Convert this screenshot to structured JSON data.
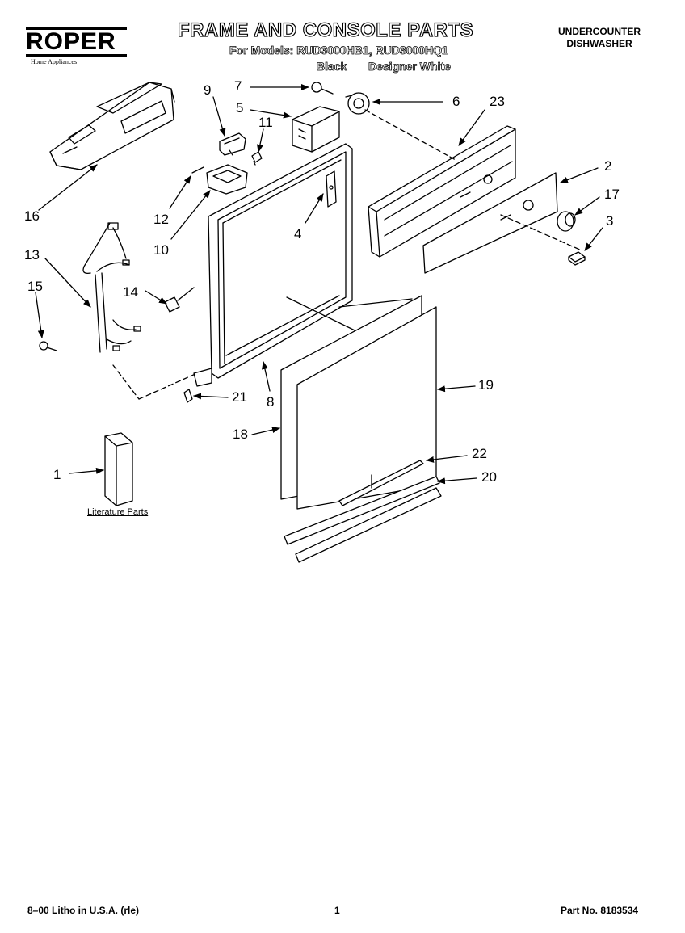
{
  "header": {
    "brand": "ROPER",
    "brand_sub": "Home Appliances",
    "title": "FRAME AND CONSOLE PARTS",
    "models_line": "For Models: RUD3000HB1, RUD3000HQ1",
    "color_black": "Black",
    "color_white": "Designer White",
    "product_line1": "UNDERCOUNTER",
    "product_line2": "DISHWASHER"
  },
  "callouts": [
    {
      "id": "c9",
      "label": "9"
    },
    {
      "id": "c7",
      "label": "7"
    },
    {
      "id": "c6",
      "label": "6"
    },
    {
      "id": "c23",
      "label": "23"
    },
    {
      "id": "c5",
      "label": "5"
    },
    {
      "id": "c11",
      "label": "11"
    },
    {
      "id": "c2",
      "label": "2"
    },
    {
      "id": "c17",
      "label": "17"
    },
    {
      "id": "c3",
      "label": "3"
    },
    {
      "id": "c16",
      "label": "16"
    },
    {
      "id": "c12",
      "label": "12"
    },
    {
      "id": "c4",
      "label": "4"
    },
    {
      "id": "c10",
      "label": "10"
    },
    {
      "id": "c13",
      "label": "13"
    },
    {
      "id": "c15",
      "label": "15"
    },
    {
      "id": "c14",
      "label": "14"
    },
    {
      "id": "c21",
      "label": "21"
    },
    {
      "id": "c8",
      "label": "8"
    },
    {
      "id": "c19",
      "label": "19"
    },
    {
      "id": "c18",
      "label": "18"
    },
    {
      "id": "c22",
      "label": "22"
    },
    {
      "id": "c20",
      "label": "20"
    },
    {
      "id": "c1",
      "label": "1"
    }
  ],
  "literature_label": "Literature Parts",
  "footer": {
    "left": "8–00 Litho in U.S.A. (rle)",
    "center": "1",
    "right": "Part No. 8183534"
  }
}
